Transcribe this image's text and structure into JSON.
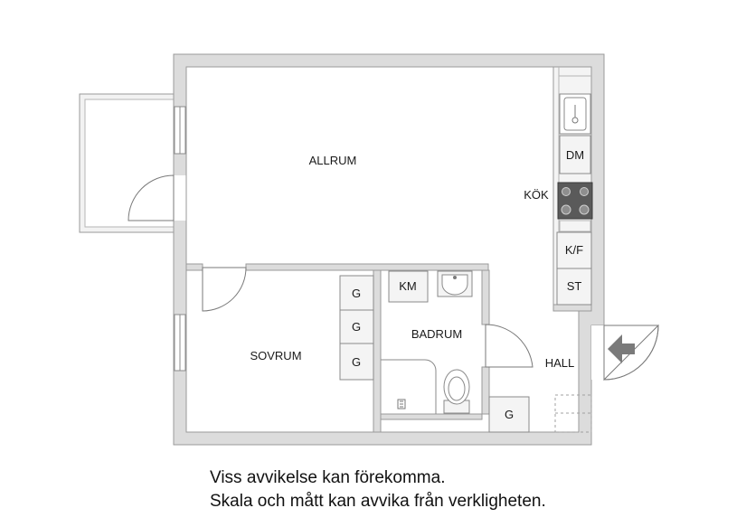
{
  "rooms": {
    "allrum": "ALLRUM",
    "kok": "KÖK",
    "sovrum": "SOVRUM",
    "badrum": "BADRUM",
    "hall": "HALL"
  },
  "fixtures": {
    "dishwasher": "DM",
    "fridge_freezer": "K/F",
    "cabinet_st": "ST",
    "washing_machine": "KM",
    "wardrobe_1": "G",
    "wardrobe_2": "G",
    "wardrobe_3": "G",
    "wardrobe_hall": "G"
  },
  "disclaimer": {
    "line1": "Viss avvikelse kan förekomma.",
    "line2": "Skala och mått kan avvika från verkligheten."
  },
  "colors": {
    "wall": "#dcdcdc",
    "wall_edge": "#9a9a9a",
    "fixture_fill": "#f4f4f4",
    "stove": "#5a5a5a",
    "entrance_arrow": "#7a7a7a"
  }
}
